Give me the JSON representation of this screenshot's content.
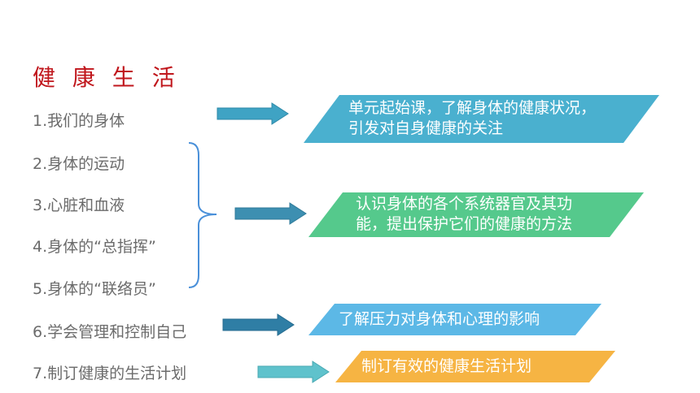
{
  "title": "健 康 生 活",
  "items": [
    "1.我们的身体",
    "2.身体的运动",
    "3.心脏和血液",
    "4.身体的“总指挥”",
    "5.身体的“联络员”",
    "6.学会管理和控制自己",
    "7.制订健康的生活计划"
  ],
  "banners": [
    {
      "lines": [
        "单元起始课，了解身体的健康状况，",
        "引发对自身健康的关注"
      ],
      "color": "#4ab0cf"
    },
    {
      "lines": [
        "认识身体的各个系统器官及其功",
        "能，提出保护它们的健康的方法"
      ],
      "color": "#55c98c"
    },
    {
      "lines": [
        "了解压力对身体和心理的影响"
      ],
      "color": "#5cb8e6"
    },
    {
      "lines": [
        "制订有效的健康生活计划"
      ],
      "color": "#f6b443"
    }
  ],
  "colors": {
    "title": "#c0161c",
    "item_text": "#6b6b6b",
    "arrow_1": "#3fa3c4",
    "arrow_2": "#3d8fb1",
    "arrow_3": "#2f7ea5",
    "arrow_4": "#5fc2cc",
    "brace": "#4a90d9"
  }
}
